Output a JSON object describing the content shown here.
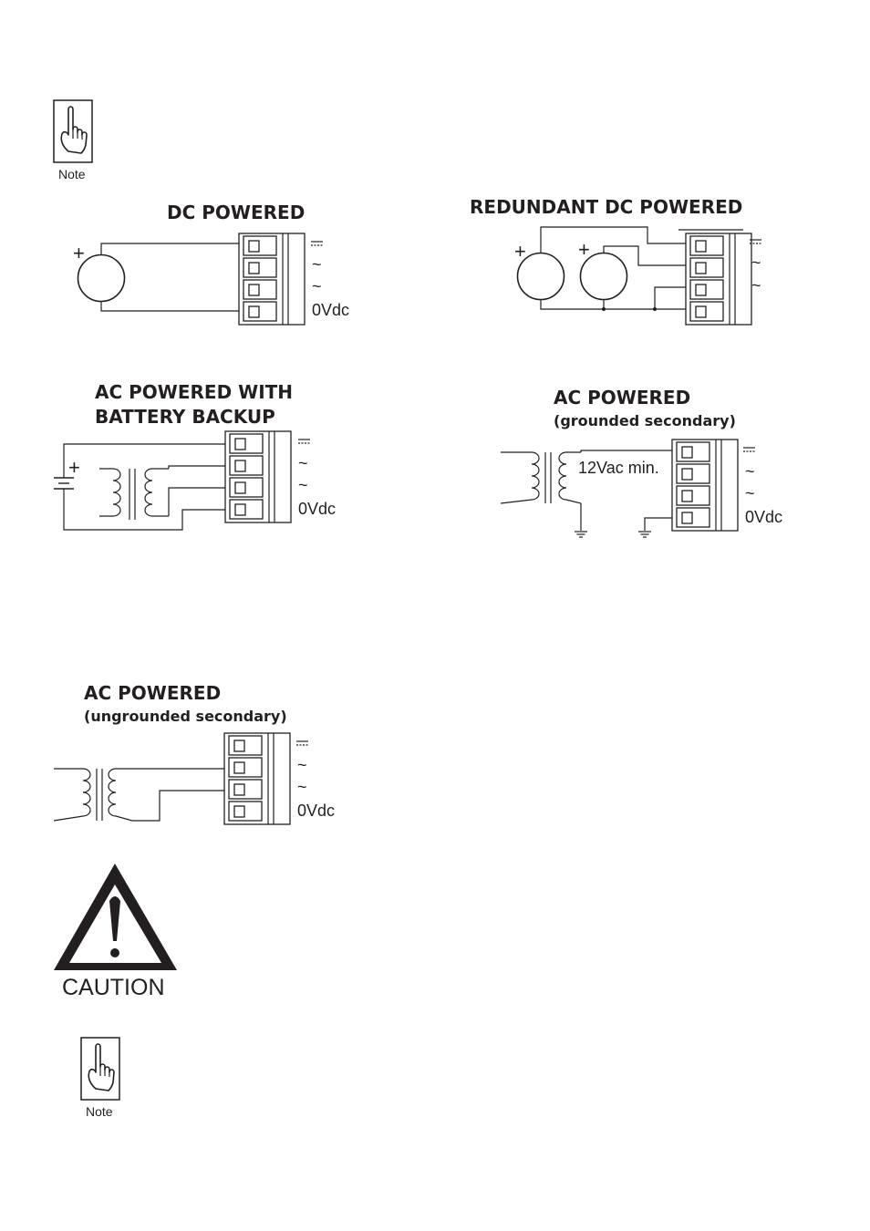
{
  "notes": {
    "top_label": "Note",
    "bottom_label": "Note",
    "icon": "pointing-hand-icon"
  },
  "dc_powered": {
    "title": "DC POWERED",
    "plus": "+",
    "terminals": {
      "t3": "~",
      "t4": "~",
      "t_0v": "0Vdc"
    }
  },
  "redundant_dc_powered": {
    "title": "REDUNDANT DC POWERED",
    "plus_left": "+",
    "plus_right": "+",
    "terminals": {
      "t3": "~",
      "t4": "~"
    }
  },
  "ac_battery_backup": {
    "title_line1": "AC POWERED WITH",
    "title_line2": "BATTERY BACKUP",
    "plus": "+",
    "terminals": {
      "t3": "~",
      "t4": "~",
      "t_0v": "0Vdc"
    }
  },
  "ac_grounded": {
    "title": "AC POWERED",
    "subtitle": "(grounded secondary)",
    "voltage_label": "12Vac min.",
    "terminals": {
      "t3": "~",
      "t4": "~",
      "t_0v": "0Vdc"
    }
  },
  "ac_ungrounded": {
    "title": "AC POWERED",
    "subtitle": "(ungrounded secondary)",
    "terminals": {
      "t3": "~",
      "t4": "~",
      "t_0v": "0Vdc"
    }
  },
  "caution": {
    "label": "CAUTION",
    "icon": "warning-triangle-icon"
  }
}
